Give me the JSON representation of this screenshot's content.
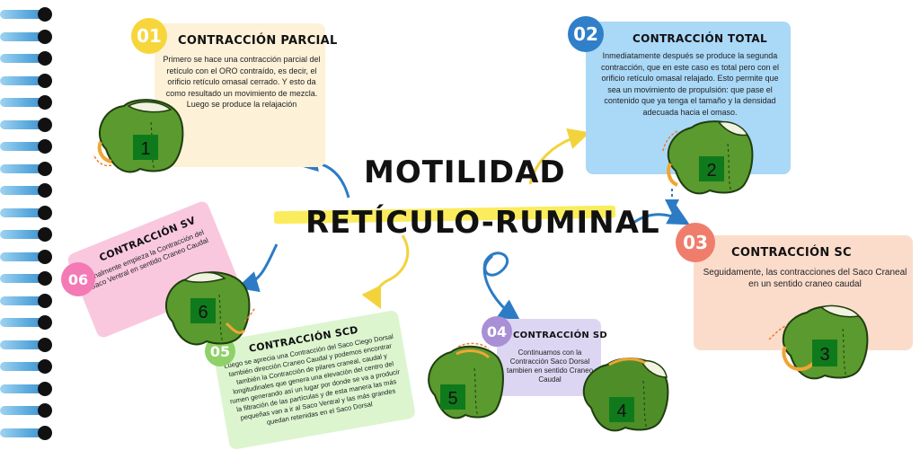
{
  "title": {
    "line1": "MOTILIDAD",
    "line2": "RETÍCULO-RUMINAL"
  },
  "colors": {
    "card1": "#fdf1d8",
    "card2": "#aad8f7",
    "card3": "#fbdccb",
    "card4": "#ddd6f3",
    "card5": "#dcf5cf",
    "card6": "#f9c8df",
    "badge1": "#f6d63b",
    "badge2": "#2f7fc9",
    "badge3": "#ef7d6c",
    "badge4": "#a98fd6",
    "badge5": "#8fd169",
    "badge6": "#f47ab5",
    "highlight": "#fbec5d",
    "stomach_green": "#5a9a2e",
    "stomach_outline": "#1f3d10",
    "arrow_blue": "#2c7bc4",
    "arrow_yellow": "#f2d33c"
  },
  "cards": [
    {
      "number": "01",
      "title": "CONTRACCIÓN PARCIAL",
      "text": "Primero se hace una contracción parcial del retículo con el ORO contraído, es decir, el orificio retículo omasal cerrado. Y esto da como resultado un movimiento de mezcla. Luego se produce la relajación",
      "figure_label": "1"
    },
    {
      "number": "02",
      "title": "CONTRACCIÓN TOTAL",
      "text": "Inmediatamente después se produce la segunda contracción, que en este caso es total pero con el orificio retículo omasal relajado. Esto permite que sea un movimiento de propulsión: que pase el contenido que ya tenga el tamaño y la densidad adecuada hacia el omaso.",
      "figure_label": "2"
    },
    {
      "number": "03",
      "title": "CONTRACCIÓN SC",
      "text": "Seguidamente, las contracciones del Saco Craneal en un sentido craneo caudal",
      "figure_label": "3"
    },
    {
      "number": "04",
      "title": "CONTRACCIÓN SD",
      "text": "Continuamos con la Contracción Saco Dorsal tambien en sentido Craneo Caudal",
      "figure_label": "4"
    },
    {
      "number": "05",
      "title": "CONTRACCIÓN SCD",
      "text": "Luego se aprecia una Contracción del Saco Ciego Dorsal también dirección Craneo Caudal y podemos encontrar también la Contracción de pilares craneal, caudal y longitudinales que genera una elevación del centro del rumen generando así un lugar por donde se va a producir la filtración de las partículas y de esta manera las más pequeñas van a ir al Saco Ventral y las más grandes quedan retenidas en el Saco Dorsal",
      "figure_label": "5"
    },
    {
      "number": "06",
      "title": "CONTRACCIÓN SV",
      "text": "Finalmente empieza la Contracción del Saco Ventral en sentido Craneo Caudal",
      "figure_label": "6"
    }
  ]
}
